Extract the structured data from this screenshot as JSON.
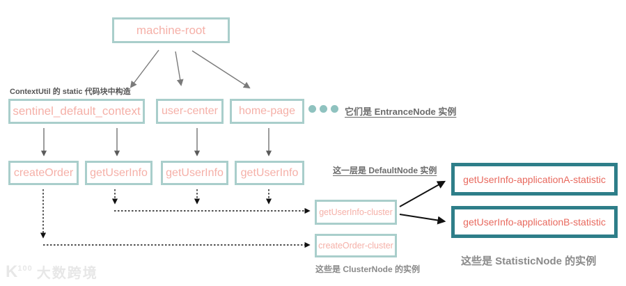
{
  "diagram": {
    "nodes": {
      "machine_root": {
        "label": "machine-root"
      },
      "sentinel_default_context": {
        "label": "sentinel_default_context"
      },
      "user_center": {
        "label": "user-center"
      },
      "home_page": {
        "label": "home-page"
      },
      "create_order": {
        "label": "createOrder"
      },
      "get_user_info_1": {
        "label": "getUserInfo"
      },
      "get_user_info_2": {
        "label": "getUserInfo"
      },
      "get_user_info_3": {
        "label": "getUserInfo"
      },
      "get_user_info_cluster": {
        "label": "getUserInfo-cluster"
      },
      "create_order_cluster": {
        "label": "createOrder-cluster"
      },
      "statistic_a": {
        "label": "getUserInfo-applicationA-statistic"
      },
      "statistic_b": {
        "label": "getUserInfo-applicationB-statistic"
      }
    },
    "annotations": {
      "context_util": "ContextUtil 的 static 代码块中构造",
      "entrance_node": "它们是 EntranceNode 实例",
      "default_node": "这一层是 DefaultNode 实例",
      "cluster_node": "这些是 ClusterNode 的实例",
      "statistic_node": "这些是 StatisticNode 的实例"
    },
    "watermark": {
      "logo": "K",
      "logo_sup": "100",
      "text": "大数跨境"
    },
    "colors": {
      "box_border_light": "#a9cecb",
      "box_border_dark": "#2e7e89",
      "box_text_light": "#f5b0a8",
      "box_text_dark": "#e8695e",
      "arrow_gray": "#7a7a7a",
      "arrow_dark": "#111111",
      "annotation_gray": "#6b6b6b",
      "ellipsis_dots": "#8fc2bf"
    }
  }
}
